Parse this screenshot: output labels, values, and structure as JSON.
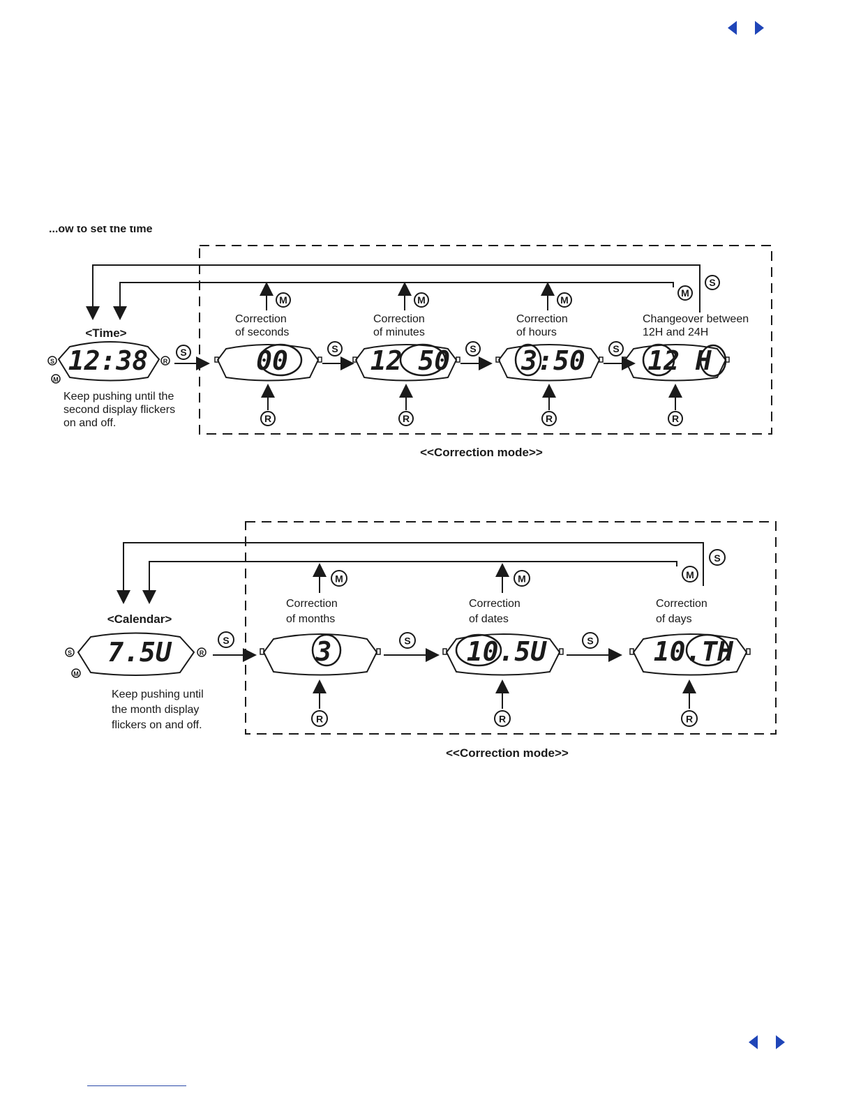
{
  "nav": {
    "prev_label": "previous-page",
    "next_label": "next-page",
    "color": "#1f45b8"
  },
  "time_diagram": {
    "heading_fragment": "...ow to set the time",
    "start_title": "<Time>",
    "start_display": "12:38",
    "start_note": [
      "Keep pushing until the",
      "second display flickers",
      "on and off."
    ],
    "mode_label": "<<Correction mode>>",
    "steps": [
      {
        "label": [
          "Correction",
          "of seconds"
        ],
        "display": "00"
      },
      {
        "label": [
          "Correction",
          "of minutes"
        ],
        "display": "12 50"
      },
      {
        "label": [
          "Correction",
          "of hours"
        ],
        "display": "3:50"
      },
      {
        "label": [
          "Changeover between",
          "12H and 24H"
        ],
        "display": "12  H"
      }
    ]
  },
  "calendar_diagram": {
    "start_title": "<Calendar>",
    "start_display": "7.5U",
    "start_note": [
      "Keep pushing until",
      "the month display",
      "flickers on and off."
    ],
    "mode_label": "<<Correction mode>>",
    "steps": [
      {
        "label": [
          "Correction",
          "of months"
        ],
        "display": "3"
      },
      {
        "label": [
          "Correction",
          "of dates"
        ],
        "display": "10.5U"
      },
      {
        "label": [
          "Correction",
          "of days"
        ],
        "display": "10.TH"
      }
    ]
  },
  "buttons": {
    "s": "S",
    "m": "M",
    "r": "R"
  }
}
